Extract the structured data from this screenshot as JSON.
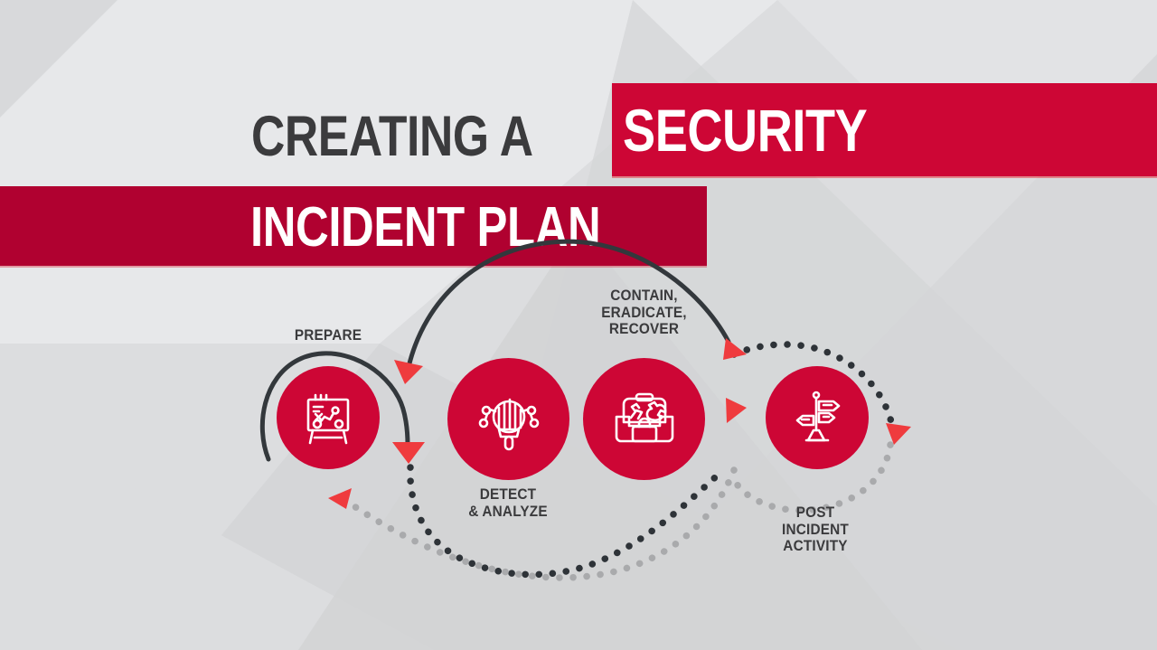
{
  "title": {
    "line1_plain": "CREATING A",
    "line1_highlight": "SECURITY",
    "line2_highlight": "INCIDENT PLAN"
  },
  "colors": {
    "brand_red": "#CD0635",
    "brand_red_dark": "#B00130",
    "arrow_red": "#EF3B3E",
    "text_dark": "#3B3B3D",
    "bg_gray": "#DCDDDF",
    "bg_gray_light": "#E7E8EA",
    "bg_gray_mid": "#D3D4D6",
    "path_dark": "#33383C",
    "path_light": "#A9AAAC",
    "icon_white": "#FFFFFF"
  },
  "diagram": {
    "type": "cycle",
    "steps": [
      {
        "id": "prepare",
        "label": "PREPARE",
        "icon": "flipchart-strategy-icon",
        "order": 1
      },
      {
        "id": "detect",
        "label": "DETECT\n& ANALYZE",
        "icon": "magnifier-bar-chart-icon",
        "order": 2
      },
      {
        "id": "contain",
        "label": "CONTAIN,\nERADICATE,\nRECOVER",
        "icon": "toolbox-icon",
        "order": 3
      },
      {
        "id": "post",
        "label": "POST\nINCIDENT\nACTIVITY",
        "icon": "signpost-icon",
        "order": 4
      }
    ]
  }
}
